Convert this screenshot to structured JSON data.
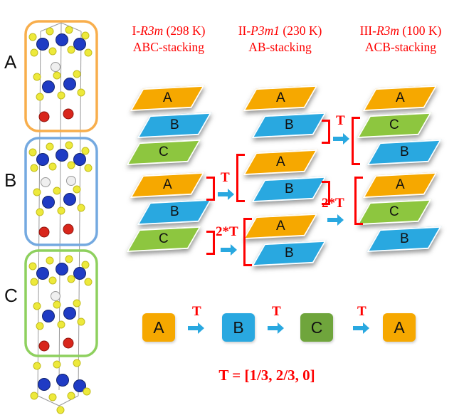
{
  "colors": {
    "red_text": "#fe0000",
    "arrow_blue": "#29a8e0",
    "layer_A": "#f6a800",
    "layer_B": "#29a8e0",
    "layer_C": "#8dc63f",
    "legend_C": "#6fa53c",
    "crystal_box_A": "#f8ae4c",
    "crystal_box_B": "#74a9e0",
    "crystal_box_C": "#8ed05e"
  },
  "crystal": {
    "label_A": "A",
    "label_B": "B",
    "label_C": "C"
  },
  "columns": [
    {
      "title_prefix": "I-",
      "title_group": "R3m",
      "title_suffix": " (298 K)",
      "stacking": "ABC-stacking",
      "layers": [
        {
          "label": "A",
          "color": "#f6a800"
        },
        {
          "label": "B",
          "color": "#29a8e0"
        },
        {
          "label": "C",
          "color": "#8dc63f"
        },
        {
          "label": "A",
          "color": "#f6a800"
        },
        {
          "label": "B",
          "color": "#29a8e0"
        },
        {
          "label": "C",
          "color": "#8dc63f"
        }
      ]
    },
    {
      "title_prefix": "II-",
      "title_group": "P3m1",
      "title_suffix": " (230 K)",
      "stacking": "AB-stacking",
      "layers": [
        {
          "label": "A",
          "color": "#f6a800"
        },
        {
          "label": "B",
          "color": "#29a8e0"
        },
        {
          "label": "A",
          "color": "#f6a800"
        },
        {
          "label": "B",
          "color": "#29a8e0"
        },
        {
          "label": "A",
          "color": "#f6a800"
        },
        {
          "label": "B",
          "color": "#29a8e0"
        }
      ]
    },
    {
      "title_prefix": "III-",
      "title_group": "R3m",
      "title_suffix": " (100 K)",
      "stacking": "ACB-stacking",
      "layers": [
        {
          "label": "A",
          "color": "#f6a800"
        },
        {
          "label": "C",
          "color": "#8dc63f"
        },
        {
          "label": "B",
          "color": "#29a8e0"
        },
        {
          "label": "A",
          "color": "#f6a800"
        },
        {
          "label": "C",
          "color": "#8dc63f"
        },
        {
          "label": "B",
          "color": "#29a8e0"
        }
      ]
    }
  ],
  "transforms": {
    "col12_upper": "T",
    "col12_lower": "2*T",
    "col23_upper": "T",
    "col23_lower": "2*T"
  },
  "legend": {
    "arrow_label": "T",
    "items": [
      {
        "label": "A",
        "color": "#f6a800"
      },
      {
        "label": "B",
        "color": "#29a8e0"
      },
      {
        "label": "C",
        "color": "#6fa53c"
      },
      {
        "label": "A",
        "color": "#f6a800"
      }
    ]
  },
  "formula": "T = [1/3, 2/3, 0]"
}
